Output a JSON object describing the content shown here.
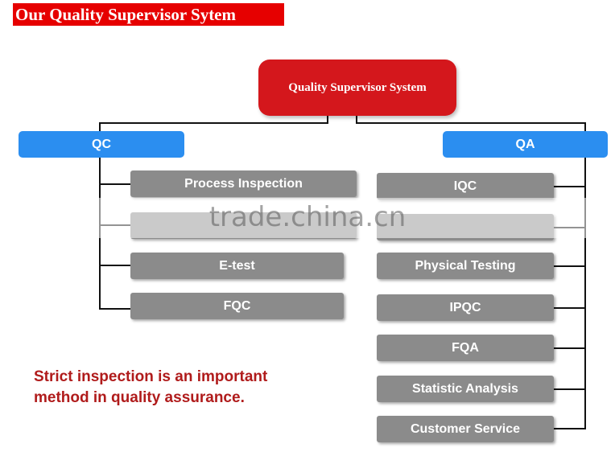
{
  "banner": {
    "title": "Our  Quality Supervisor  Sytem"
  },
  "root": {
    "label": "Quality Supervisor System"
  },
  "qc": {
    "label": "QC",
    "items": [
      "Process Inspection",
      "",
      "E-test",
      "FQC"
    ]
  },
  "qa": {
    "label": "QA",
    "items": [
      "IQC",
      "",
      "Physical Testing",
      "IPQC",
      "FQA",
      "Statistic Analysis",
      "Customer Service"
    ]
  },
  "note": {
    "line1": "Strict inspection is an important",
    "line2": "method in quality assurance."
  },
  "watermark": {
    "text": "trade.china.cn"
  },
  "colors": {
    "banner": "#e60000",
    "root": "#d4171c",
    "category": "#2b8ef0",
    "item": "#8b8b8b",
    "note": "#b01b1b"
  }
}
